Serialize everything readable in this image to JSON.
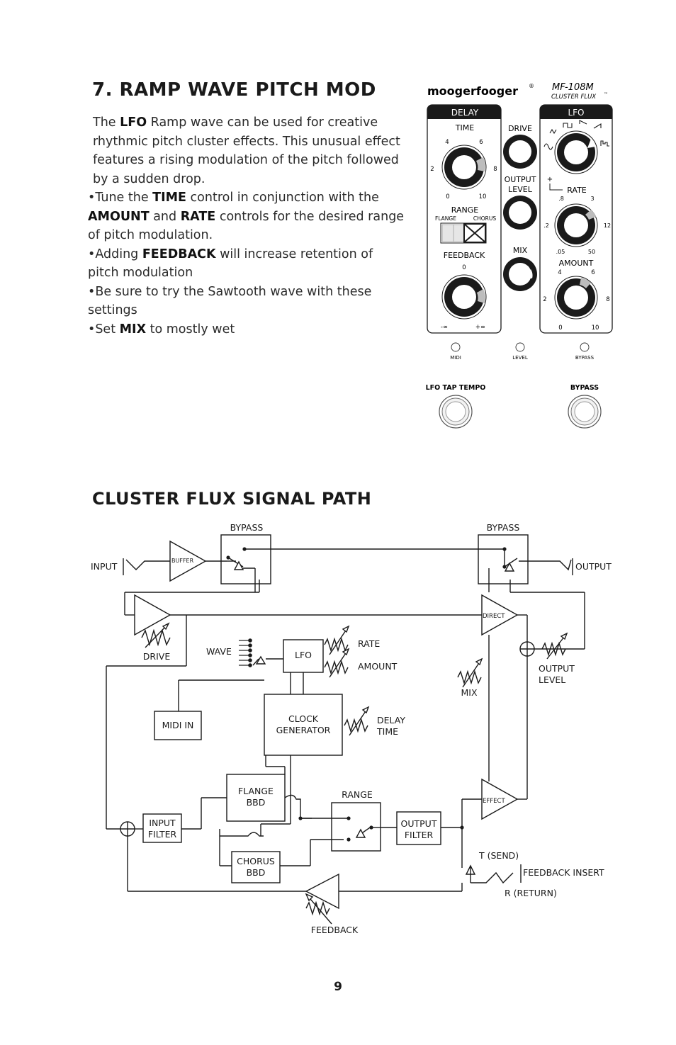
{
  "section1": {
    "title": "7. RAMP WAVE PITCH MOD",
    "intro": {
      "a": "The ",
      "b": "LFO",
      "c": " Ramp wave can be used for creative rhythmic pitch cluster effects. This unusual effect features a rising modulation of the pitch followed by a sudden drop."
    },
    "bullets": [
      {
        "a": "Tune the ",
        "b": "TIME",
        "c": " control in conjunction with the ",
        "d": "AMOUNT",
        "e": " and ",
        "f": "RATE",
        "g": " controls for the desired range of pitch modulation."
      },
      {
        "a": "Adding ",
        "b": "FEEDBACK",
        "c": " will increase retention of pitch modulation"
      },
      {
        "a": "Be sure to try the Sawtooth wave with these settings"
      },
      {
        "a": "Set ",
        "b": "MIX",
        "c": " to mostly wet"
      }
    ]
  },
  "panel": {
    "brand": "moogerfooger",
    "brand_mark": "®",
    "model": "MF-108M",
    "product": "CLUSTER FLUX",
    "product_mark": "™",
    "delay_header": "DELAY",
    "lfo_header": "LFO",
    "time_label": "TIME",
    "time_scale": [
      "4",
      "6",
      "2",
      "8",
      "0",
      "10"
    ],
    "range_label": "RANGE",
    "range_flange": "FLANGE",
    "range_chorus": "CHORUS",
    "feedback_label": "FEEDBACK",
    "feedback_scale": [
      "0",
      "-∞",
      "+∞"
    ],
    "drive_label": "DRIVE",
    "output_label_1": "OUTPUT",
    "output_label_2": "LEVEL",
    "mix_label": "MIX",
    "rate_label": "RATE",
    "rate_plus": "+",
    "rate_scale": [
      ".8",
      "3",
      ".2",
      "12",
      ".05",
      "50"
    ],
    "amount_label": "AMOUNT",
    "amount_scale": [
      "4",
      "6",
      "2",
      "8",
      "0",
      "10"
    ],
    "leds": [
      "MIDI",
      "LEVEL",
      "BYPASS"
    ],
    "foot_left": "LFO TAP TEMPO",
    "foot_right": "BYPASS"
  },
  "section2": {
    "title": "CLUSTER FLUX SIGNAL PATH"
  },
  "diagram": {
    "bypass_left": "BYPASS",
    "bypass_right": "BYPASS",
    "input": "INPUT",
    "output": "OUTPUT",
    "buffer": "BUFFER",
    "drive": "DRIVE",
    "direct": "DIRECT",
    "wave": "WAVE",
    "lfo": "LFO",
    "rate": "RATE",
    "amount": "AMOUNT",
    "output_level_1": "OUTPUT",
    "output_level_2": "LEVEL",
    "mix": "MIX",
    "midi_in": "MIDI IN",
    "clock_1": "CLOCK",
    "clock_2": "GENERATOR",
    "delay_time_1": "DELAY",
    "delay_time_2": "TIME",
    "flange_1": "FLANGE",
    "flange_2": "BBD",
    "range": "RANGE",
    "effect": "EFFECT",
    "input_filter_1": "INPUT",
    "input_filter_2": "FILTER",
    "output_filter_1": "OUTPUT",
    "output_filter_2": "FILTER",
    "chorus_1": "CHORUS",
    "chorus_2": "BBD",
    "t_send": "T (SEND)",
    "feedback_insert": "FEEDBACK INSERT",
    "r_return": "R (RETURN)",
    "feedback": "FEEDBACK"
  },
  "page_number": "9",
  "colors": {
    "ink": "#1a1a1a",
    "panel_header": "#1a1a1a",
    "knob_marker": "#bdbdbd"
  }
}
